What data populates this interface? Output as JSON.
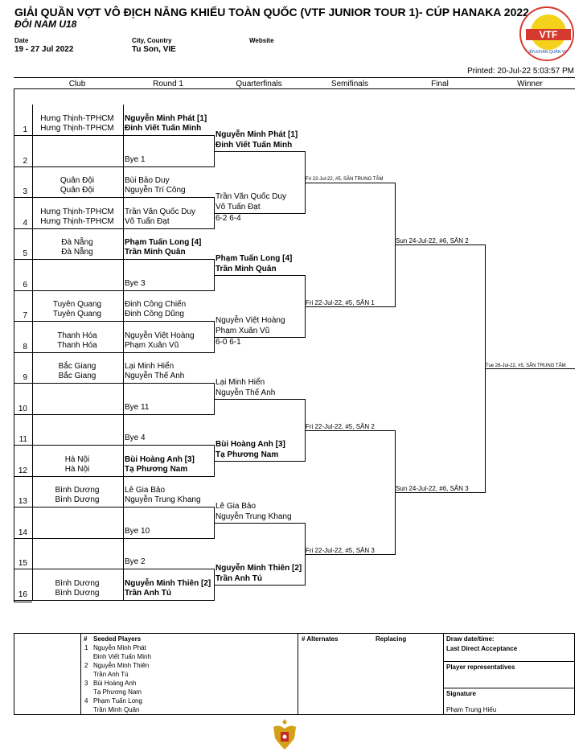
{
  "header": {
    "title": "GIẢI QUẦN VỢT VÔ ĐỊCH NĂNG KHIẾU TOÀN QUỐC (VTF JUNIOR TOUR 1)- CÚP HANAKA 2022",
    "subtitle": "ĐÔI NAM U18",
    "date_label": "Date",
    "date_value": "19 - 27 Jul 2022",
    "city_label": "City, Country",
    "city_value": "Tu Son, VIE",
    "website_label": "Website",
    "printed": "Printed: 20-Jul-22 5:03:57 PM",
    "logo_text": "VTF",
    "logo_ring": "LIÊN ĐOÀN QUẦN VỢT"
  },
  "columns": [
    "Club",
    "Round 1",
    "Quarterfinals",
    "Semifinals",
    "Final",
    "Winner"
  ],
  "round1": [
    {
      "num": "1",
      "club1": "Hưng Thịnh-TPHCM",
      "club2": "Hưng Thịnh-TPHCM",
      "p1": "Nguyễn Minh Phát [1]",
      "p2": "Đinh Viết Tuấn Minh",
      "bold": true
    },
    {
      "num": "2",
      "club1": "",
      "club2": "",
      "p1": "",
      "p2": "Bye 1",
      "bold": false
    },
    {
      "num": "3",
      "club1": "Quân Đội",
      "club2": "Quân Đội",
      "p1": "Bùi Bảo Duy",
      "p2": "Nguyễn Trí Công",
      "bold": false
    },
    {
      "num": "4",
      "club1": "Hưng Thịnh-TPHCM",
      "club2": "Hưng Thịnh-TPHCM",
      "p1": "Trần Văn Quốc Duy",
      "p2": "Võ Tuấn Đạt",
      "bold": false
    },
    {
      "num": "5",
      "club1": "Đà Nẵng",
      "club2": "Đà Nẵng",
      "p1": "Phạm Tuấn Long [4]",
      "p2": "Trần Minh Quân",
      "bold": true
    },
    {
      "num": "6",
      "club1": "",
      "club2": "",
      "p1": "",
      "p2": "Bye 3",
      "bold": false
    },
    {
      "num": "7",
      "club1": "Tuyên Quang",
      "club2": "Tuyên Quang",
      "p1": "Đinh Công Chiến",
      "p2": "Đinh Công Dũng",
      "bold": false
    },
    {
      "num": "8",
      "club1": "Thanh Hóa",
      "club2": "Thanh Hóa",
      "p1": "Nguyễn Việt Hoàng",
      "p2": "Phạm Xuân Vũ",
      "bold": false
    },
    {
      "num": "9",
      "club1": "Bắc Giang",
      "club2": "Bắc Giang",
      "p1": "Lại Minh Hiển",
      "p2": "Nguyễn Thế Anh",
      "bold": false
    },
    {
      "num": "10",
      "club1": "",
      "club2": "",
      "p1": "",
      "p2": "Bye 11",
      "bold": false
    },
    {
      "num": "11",
      "club1": "",
      "club2": "",
      "p1": "",
      "p2": "Bye 4",
      "bold": false
    },
    {
      "num": "12",
      "club1": "Hà Nội",
      "club2": "Hà Nội",
      "p1": "Bùi Hoàng Anh [3]",
      "p2": "Tạ Phương Nam",
      "bold": true
    },
    {
      "num": "13",
      "club1": "Bình Dương",
      "club2": "Bình Dương",
      "p1": "Lê Gia Bảo",
      "p2": "Nguyễn Trung Khang",
      "bold": false
    },
    {
      "num": "14",
      "club1": "",
      "club2": "",
      "p1": "",
      "p2": "Bye 10",
      "bold": false
    },
    {
      "num": "15",
      "club1": "",
      "club2": "",
      "p1": "",
      "p2": "Bye 2",
      "bold": false
    },
    {
      "num": "16",
      "club1": "Bình Dương",
      "club2": "Bình Dương",
      "p1": "Nguyễn Minh Thiên [2]",
      "p2": "Trần Anh Tú",
      "bold": true
    }
  ],
  "quarterfinals": [
    {
      "p1": "Nguyễn Minh Phát [1]",
      "p2": "Đinh Viết Tuấn Minh",
      "score": "",
      "bold": true
    },
    {
      "p1": "Trần Văn Quốc Duy",
      "p2": "Võ Tuấn Đạt",
      "score": "6-2 6-4",
      "bold": false
    },
    {
      "p1": "Phạm Tuấn Long [4]",
      "p2": "Trần Minh Quân",
      "score": "",
      "bold": true
    },
    {
      "p1": "Nguyễn Việt Hoàng",
      "p2": "Phạm Xuân Vũ",
      "score": "6-0 6-1",
      "bold": false
    },
    {
      "p1": "Lại Minh Hiển",
      "p2": "Nguyễn Thế Anh",
      "score": "",
      "bold": false
    },
    {
      "p1": "Bùi Hoàng Anh [3]",
      "p2": "Tạ Phương Nam",
      "score": "",
      "bold": true
    },
    {
      "p1": "Lê Gia Bảo",
      "p2": "Nguyễn Trung Khang",
      "score": "",
      "bold": false
    },
    {
      "p1": "Nguyễn Minh Thiên [2]",
      "p2": "Trần Anh Tú",
      "score": "",
      "bold": true
    }
  ],
  "semifinals": [
    "Fri 22-Jul-22, #5, SÂN TRUNG TÂM",
    "Fri 22-Jul-22, #5, SÂN 1",
    "Fri 22-Jul-22, #5, SÂN 2",
    "Fri 22-Jul-22, #5, SÂN 3"
  ],
  "finals": [
    "Sun 24-Jul-22, #6, SÂN 2",
    "Sun 24-Jul-22, #6, SÂN 3"
  ],
  "winner": "Tue 26-Jul-22, #5, SÂN TRUNG TÂM",
  "footer": {
    "seeded_hash": "#",
    "seeded_title": "Seeded Players",
    "seeds": [
      {
        "n": "1",
        "a": "Nguyễn Minh Phát",
        "b": "Đinh Viết Tuấn Minh"
      },
      {
        "n": "2",
        "a": "Nguyễn Minh Thiên",
        "b": "Trần Anh Tú"
      },
      {
        "n": "3",
        "a": "Bùi Hoàng Anh",
        "b": "Tạ Phương Nam"
      },
      {
        "n": "4",
        "a": "Phạm Tuấn Long",
        "b": "Trần Minh Quân"
      }
    ],
    "alternates": "# Alternates",
    "replacing": "Replacing",
    "draw_date": "Draw date/time:",
    "last_direct": "Last Direct Acceptance",
    "player_reps": "Player representatives",
    "signature": "Signature",
    "signer": "Phạm Trung Hiếu"
  }
}
